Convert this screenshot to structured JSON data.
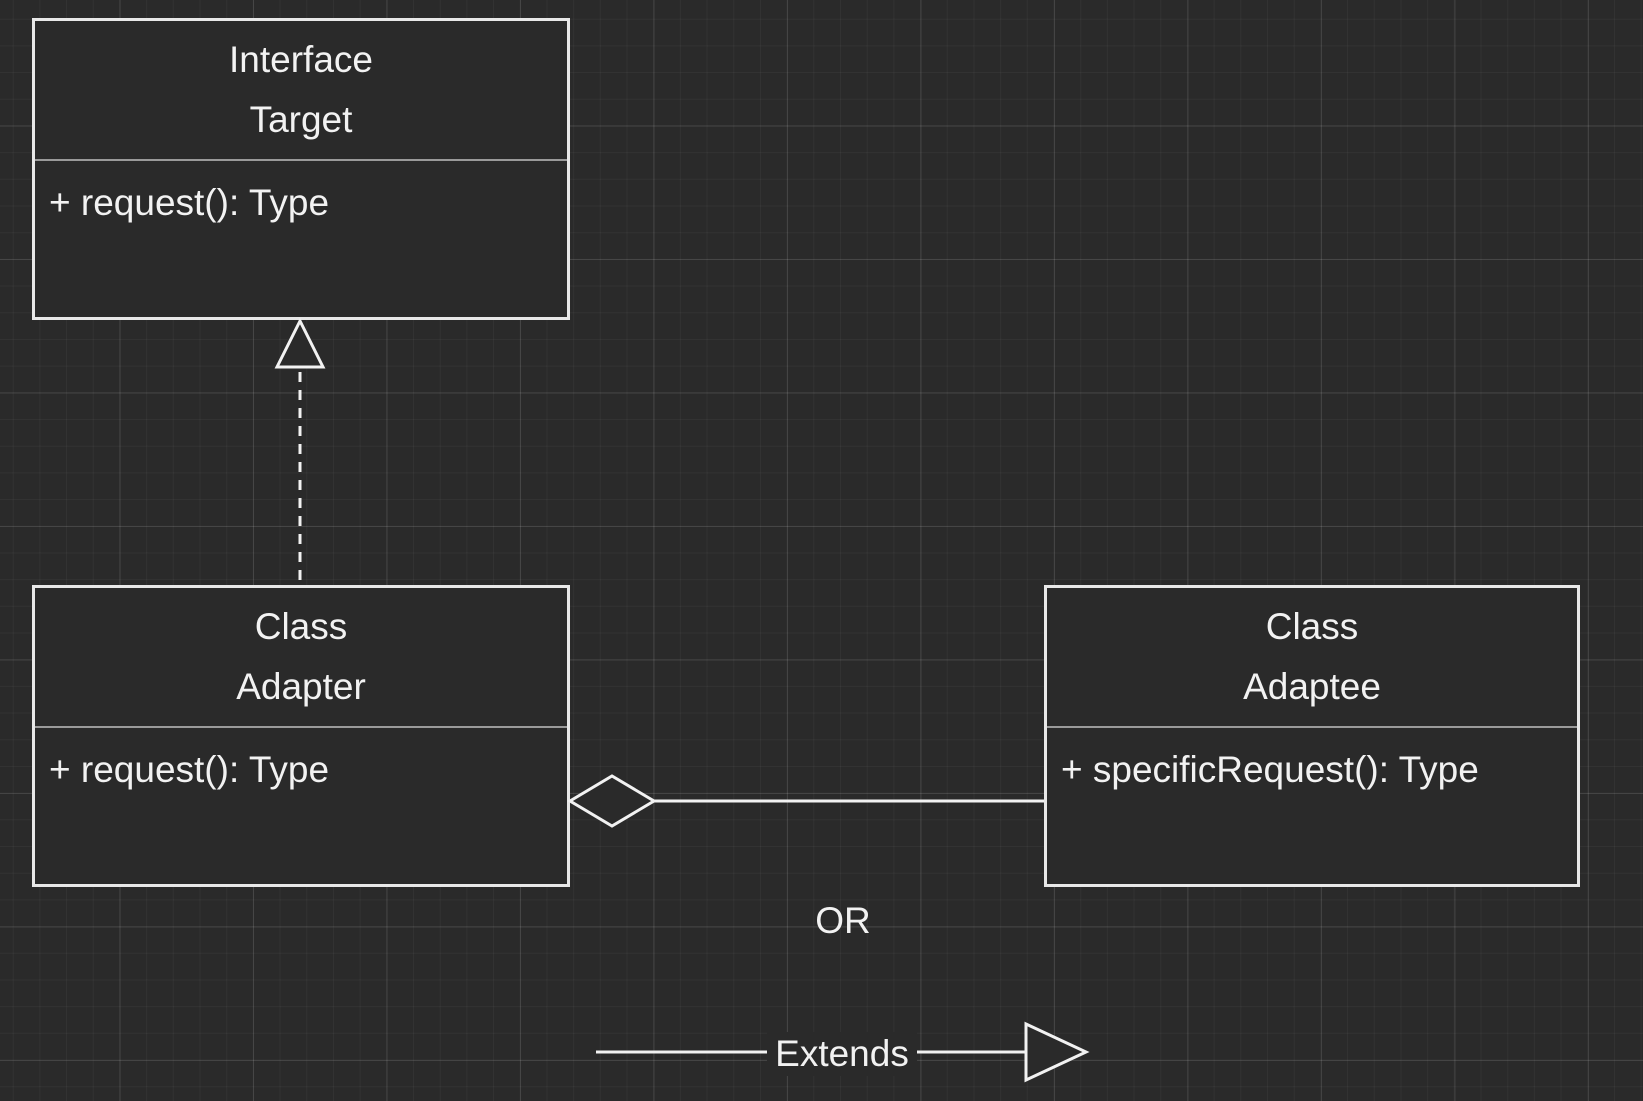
{
  "diagram": {
    "target": {
      "stereotype": "Interface",
      "name": "Target",
      "method": "+ request(): Type"
    },
    "adapter": {
      "stereotype": "Class",
      "name": "Adapter",
      "method": "+ request(): Type"
    },
    "adaptee": {
      "stereotype": "Class",
      "name": "Adaptee",
      "method": "+ specificRequest(): Type"
    },
    "or_label": "OR",
    "extends_label": "Extends"
  },
  "colors": {
    "background": "#2a2a2a",
    "stroke": "#e8e8e8",
    "divider": "#9a9a9a",
    "text": "#f2f2f2"
  }
}
